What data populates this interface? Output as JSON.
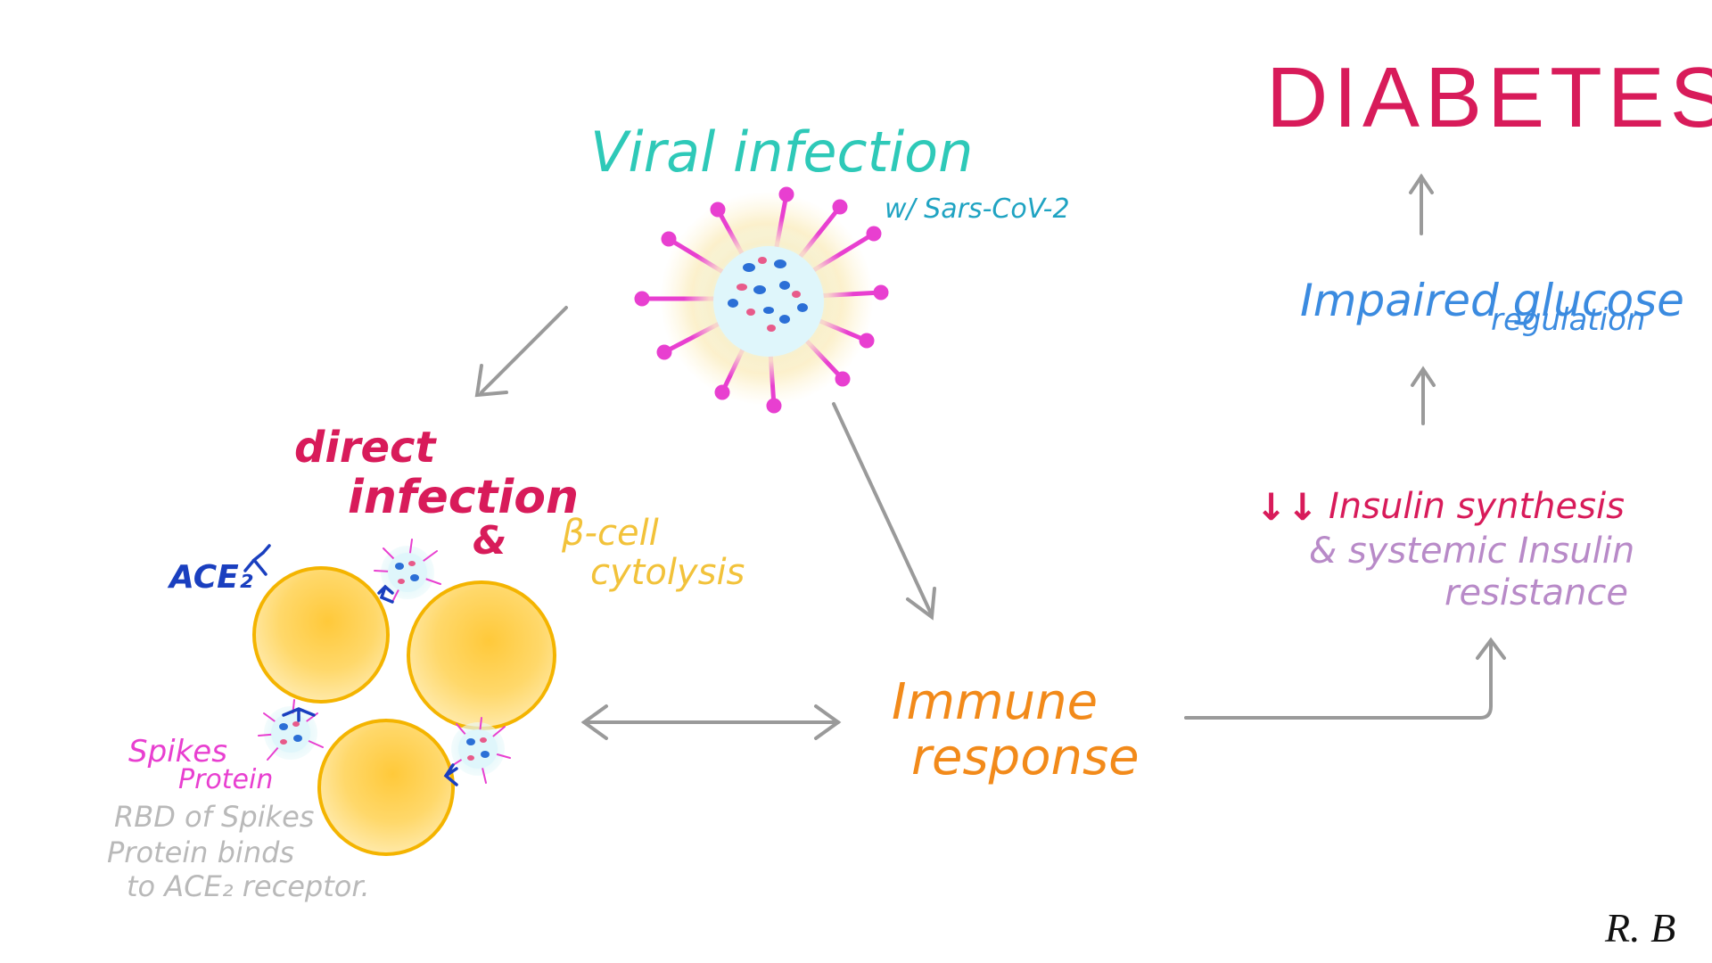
{
  "title": "DIABETES",
  "viral_infection": {
    "label": "Viral infection",
    "sublabel": "w/ Sars-CoV-2"
  },
  "direct_infection": {
    "line1": "direct",
    "line2": "infection",
    "amp": "&"
  },
  "beta_cell": {
    "line1": "β-cell",
    "line2": "cytolysis"
  },
  "ace2_label": "ACE₂",
  "spikes_label": {
    "line1": "Spikes",
    "line2": "Protein"
  },
  "rbd_note": {
    "line1": "RBD of Spikes",
    "line2": "Protein binds",
    "line3": "to ACE₂ receptor."
  },
  "immune_response": {
    "line1": "Immune",
    "line2": "response"
  },
  "insulin": {
    "arrows": "↓↓",
    "line1": "Insulin synthesis",
    "line2": "& systemic Insulin",
    "line3": "resistance"
  },
  "glucose": {
    "line1": "Impaired glucose",
    "line2": "regulation"
  },
  "signature": "R. B",
  "colors": {
    "diabetes": "#d81b5a",
    "viral_teal": "#2ec9b8",
    "viral_sub": "#1fa3c2",
    "direct": "#d81b5a",
    "beta": "#f2c23a",
    "ace2": "#1a3fbf",
    "spikes": "#e83fd0",
    "rbd": "#b9b9b9",
    "immune": "#f28a1a",
    "insulin_red": "#d81b5a",
    "insulin_purple": "#b88ac8",
    "glucose": "#3b8be0",
    "arrow": "#9a9a9a",
    "cell_fill": "#ffd35a",
    "cell_edge": "#f4b400"
  }
}
